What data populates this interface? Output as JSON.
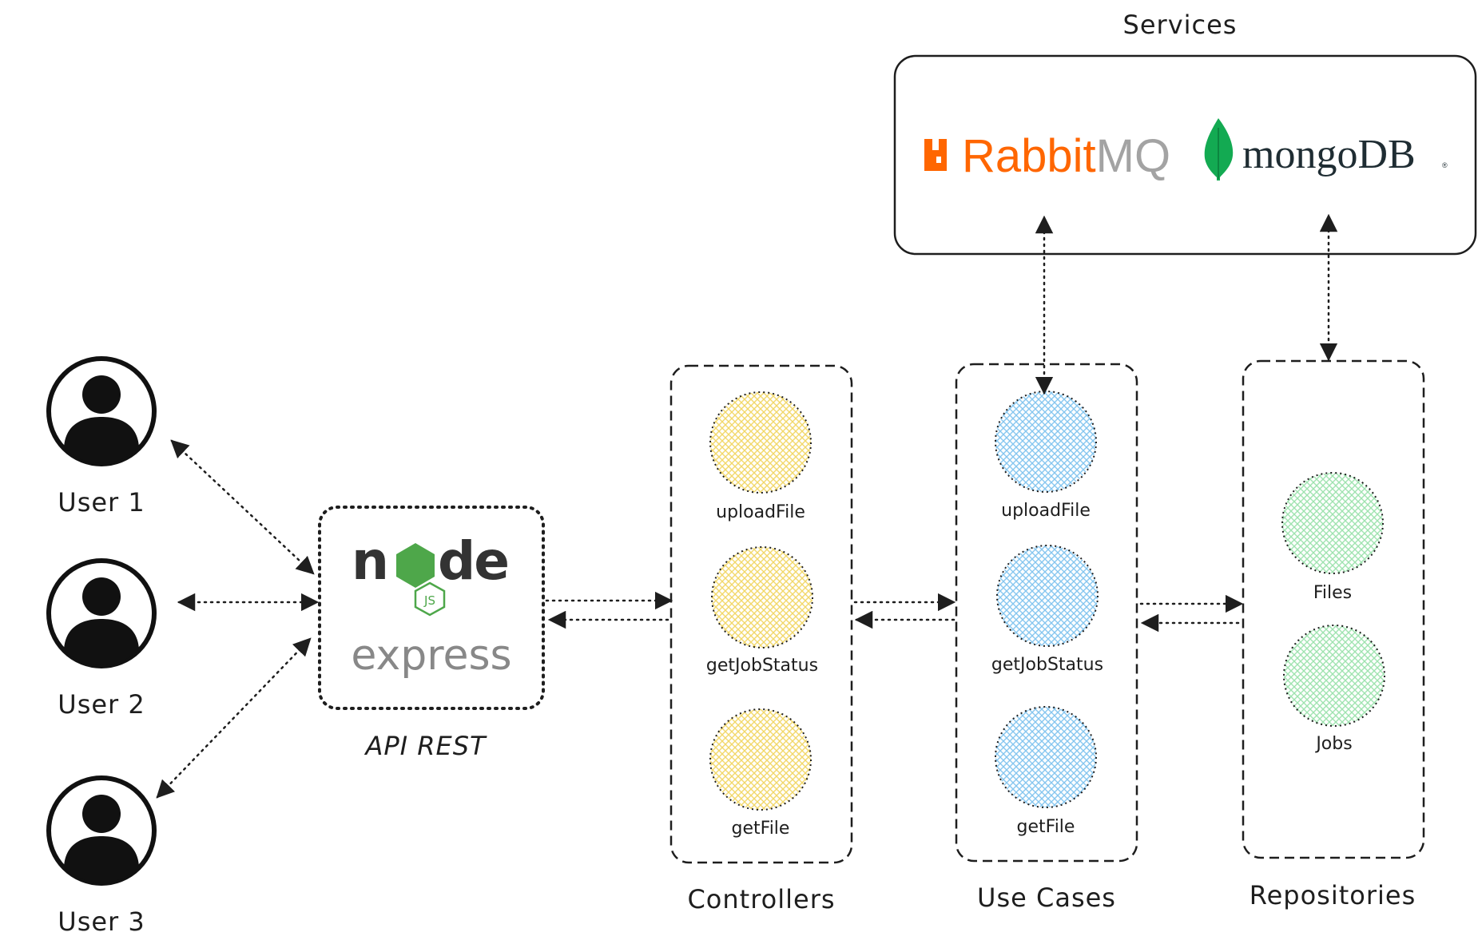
{
  "services": {
    "title": "Services",
    "rabbitmq_logo": "RabbitMQ",
    "mongodb_logo": "mongoDB"
  },
  "users": [
    {
      "label": "User 1"
    },
    {
      "label": "User 2"
    },
    {
      "label": "User 3"
    }
  ],
  "api": {
    "label": "API REST",
    "node_logo": "node",
    "express_logo": "express"
  },
  "controllers": {
    "label": "Controllers",
    "items": [
      "uploadFile",
      "getJobStatus",
      "getFile"
    ]
  },
  "use_cases": {
    "label": "Use Cases",
    "items": [
      "uploadFile",
      "getJobStatus",
      "getFile"
    ]
  },
  "repositories": {
    "label": "Repositories",
    "items": [
      "Files",
      "Jobs"
    ]
  },
  "colors": {
    "controllers_fill": "#f7e27a",
    "use_cases_fill": "#7cc3f0",
    "repositories_fill": "#8fe0a2",
    "rabbitmq": "#ff6600",
    "rabbitmq_grey": "#a3a3a3",
    "mongodb_leaf": "#13aa52",
    "mongodb_text": "#1f2d33",
    "node_dark": "#333333",
    "node_green": "#4ea74a",
    "express_grey": "#888888",
    "stroke": "#1e1e1e"
  }
}
